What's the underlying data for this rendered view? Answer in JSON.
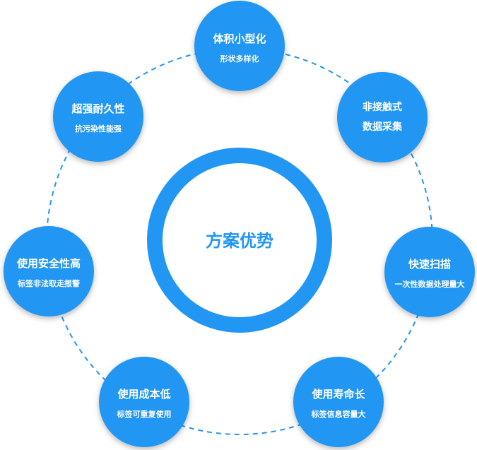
{
  "center": {
    "label": "方案优势"
  },
  "nodes": [
    {
      "id": "volume",
      "title": "体积小型化",
      "subtitle": "形状多样化"
    },
    {
      "id": "non-contact",
      "title": "非接触式",
      "subtitle": "数据采集"
    },
    {
      "id": "fast-scan",
      "title": "快速扫描",
      "subtitle": "一次性数据处理量大"
    },
    {
      "id": "long-life",
      "title": "使用寿命长",
      "subtitle": "标签信息容量大"
    },
    {
      "id": "low-cost",
      "title": "使用成本低",
      "subtitle": "标签可重复使用"
    },
    {
      "id": "security",
      "title": "使用安全性高",
      "subtitle": "标签非法取走报警"
    },
    {
      "id": "durable",
      "title": "超强耐久性",
      "subtitle": "抗污染性能强"
    }
  ],
  "colors": {
    "primary": "#2196f3",
    "ring_dash": "#2196f3",
    "text_on_primary": "#ffffff"
  }
}
